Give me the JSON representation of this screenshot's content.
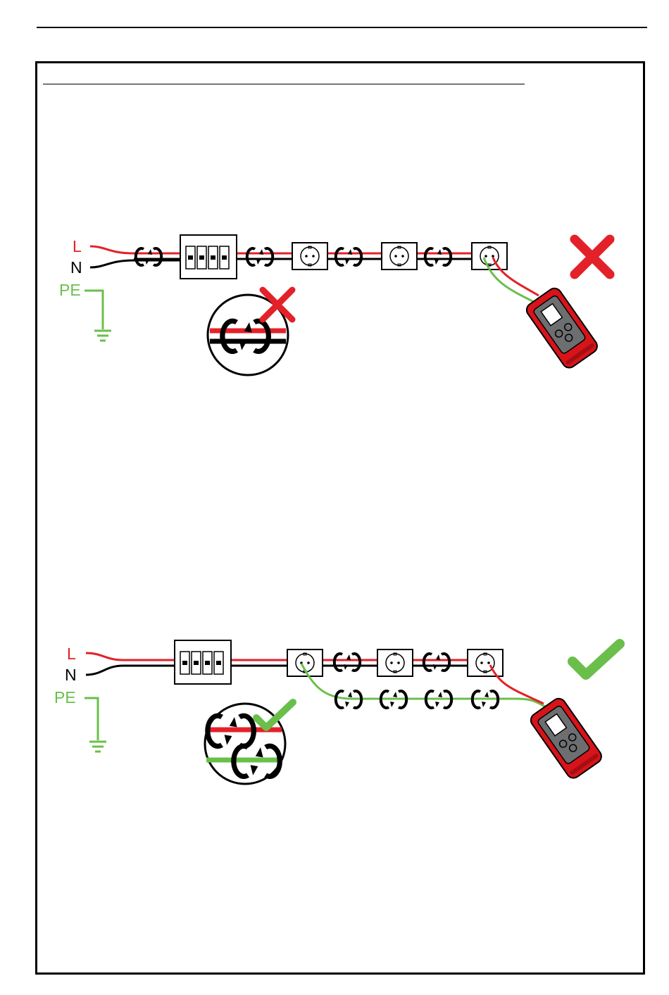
{
  "colors": {
    "line": "#e32129",
    "neutral": "#000000",
    "earth": "#6abf4b",
    "tester": "#d7141a",
    "tester_panel": "#6d6e70",
    "bad": "#e32129",
    "good": "#6abf4b"
  },
  "diagrams": [
    {
      "id": "incorrect",
      "labels": {
        "l": "L",
        "n": "N",
        "pe": "PE"
      },
      "verdict_icon": "cross-icon",
      "detail_verdict_icon": "cross-icon"
    },
    {
      "id": "correct",
      "labels": {
        "l": "L",
        "n": "N",
        "pe": "PE"
      },
      "verdict_icon": "check-icon",
      "detail_verdict_icon": "check-icon"
    }
  ]
}
